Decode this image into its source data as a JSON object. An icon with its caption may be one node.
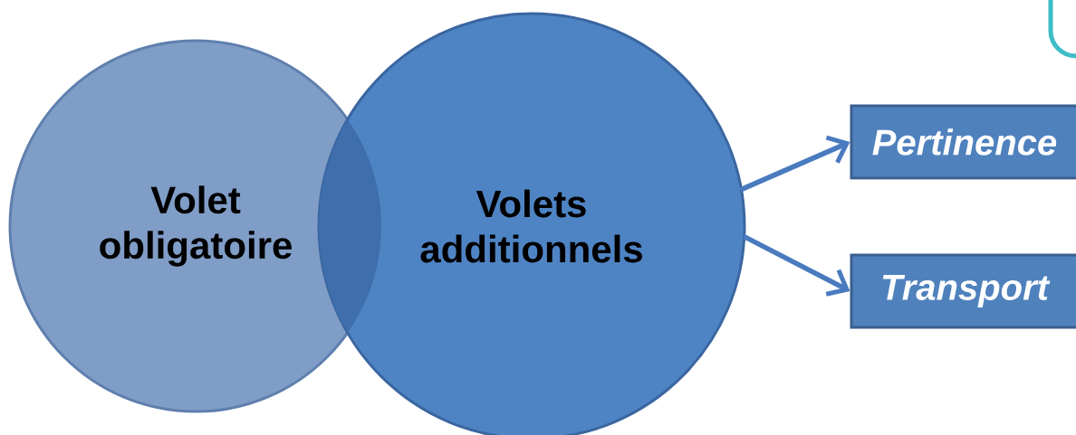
{
  "diagram": {
    "nodes": [
      {
        "text": [
          "Volet obligatoire"
        ]
      },
      {
        "text": [
          "Volets additionnels"
        ]
      },
      {
        "text": [
          "Pertinence"
        ]
      },
      {
        "text": [
          "Transport"
        ]
      }
    ],
    "edges": [
      {
        "from": 1,
        "to": 2,
        "arrow": "to"
      },
      {
        "from": 1,
        "to": 3,
        "arrow": "to"
      }
    ]
  }
}
